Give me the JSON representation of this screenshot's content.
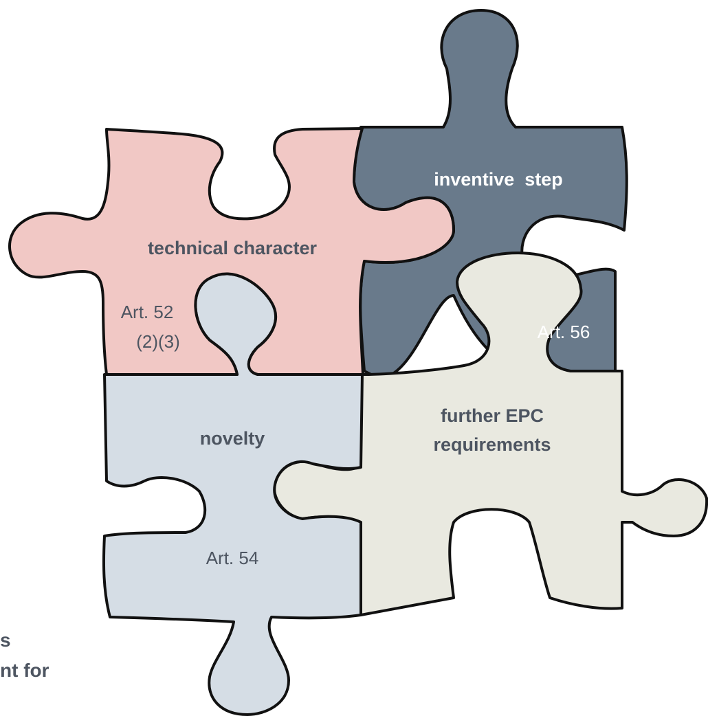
{
  "pieces": {
    "technical": {
      "title": "technical character",
      "ref_line1": "Art. 52",
      "ref_line2": "(2)(3)",
      "fill": "#f1c8c5"
    },
    "inventive": {
      "title": "inventive  step",
      "ref": "Art. 56",
      "fill": "#697a8b"
    },
    "novelty": {
      "title": "novelty",
      "ref": "Art. 54",
      "fill": "#d5dde5"
    },
    "further": {
      "title_line1": "further EPC",
      "title_line2": "requirements",
      "fill": "#e9e9e0"
    }
  },
  "colors": {
    "dark_text": "#4d5561",
    "light_text": "#ffffff",
    "outline": "#111111"
  },
  "side_text": {
    "line1": "s",
    "line2": "nt for"
  }
}
